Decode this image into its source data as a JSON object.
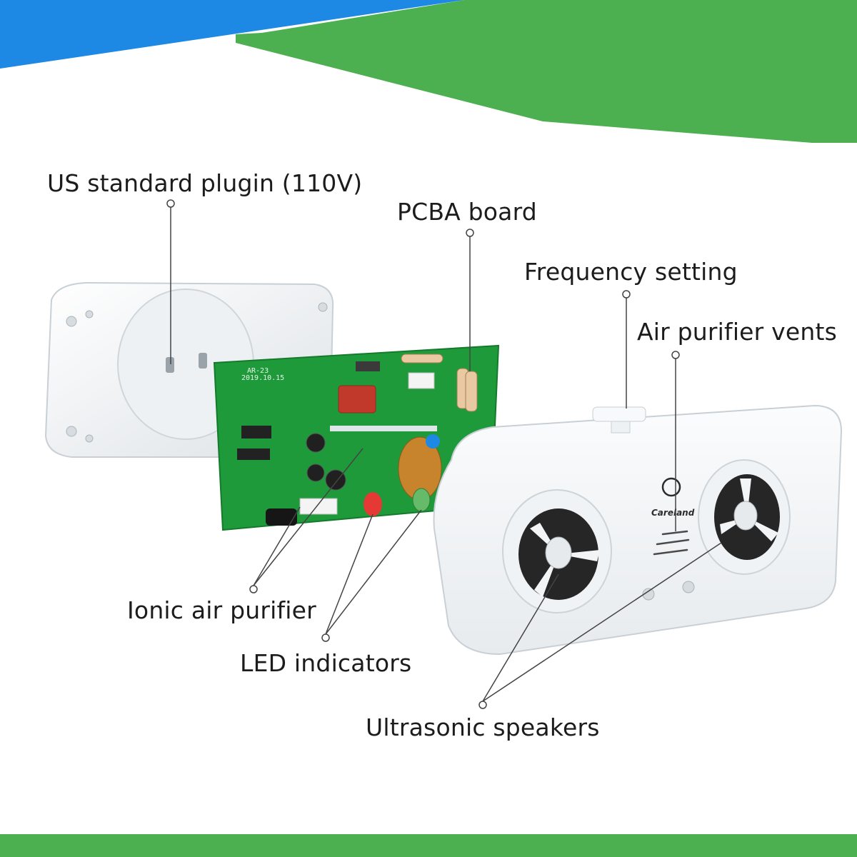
{
  "colors": {
    "top_blue": "#1e88e5",
    "top_green": "#4caf50",
    "bottom_green": "#4caf50",
    "pcb_green": "#1f9a3a",
    "housing_white": "#f4f6f7",
    "speaker_dark": "#262626",
    "leader_line": "#444444"
  },
  "brand": {
    "logo_text": "Careland"
  },
  "pcb": {
    "silkscreen_model": "AR-23",
    "silkscreen_date": "2019.10.15"
  },
  "callouts": {
    "plug": "US standard plugin (110V)",
    "pcba": "PCBA board",
    "frequency": "Frequency setting",
    "vents": "Air purifier vents",
    "ionic": "Ionic air purifier",
    "led": "LED indicators",
    "speakers": "Ultrasonic speakers"
  }
}
